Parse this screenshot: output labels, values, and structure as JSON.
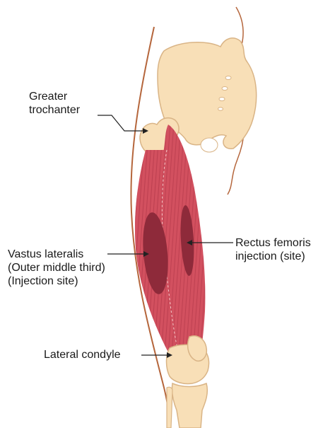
{
  "labels": {
    "greater_trochanter": [
      "Greater",
      "trochanter"
    ],
    "vastus_lateralis": [
      "Vastus lateralis",
      "(Outer middle third)",
      "(Injection site)"
    ],
    "rectus_femoris": [
      "Rectus femoris",
      "injection (site)"
    ],
    "lateral_condyle": "Lateral condyle"
  },
  "colors": {
    "bone": "#f8dfb7",
    "bone_outline": "#d9b486",
    "muscle": "#d2505f",
    "muscle_fiber": "#ad3446",
    "injection_site": "#8e2a3a",
    "skin_outline": "#b5663c",
    "leader_line": "#222222"
  }
}
